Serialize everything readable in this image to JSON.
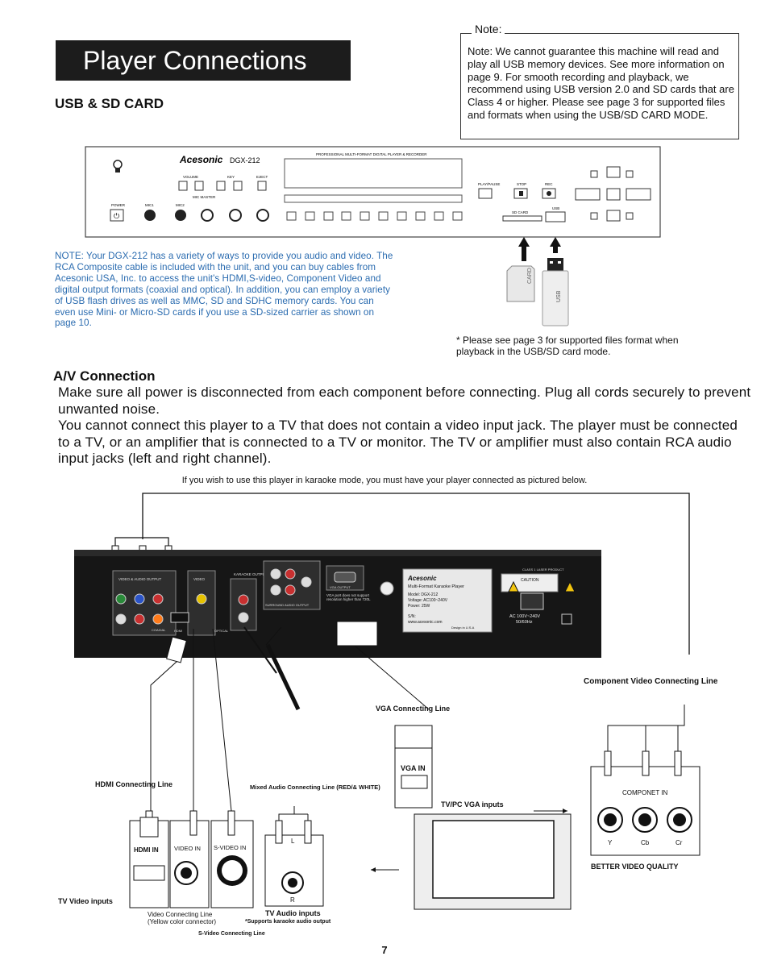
{
  "header": {
    "title": "Player Connections"
  },
  "usb_section": {
    "heading": "USB & SD CARD"
  },
  "note_box": {
    "legend": "Note:",
    "text": "Note: We cannot guarantee this machine will read and play all USB memory devices. See more information on page 9. For smooth recording and playback, we recommend using USB version 2.0 and SD cards that are Class 4 or higher. Please see page 3 for supported files and formats when using the USB/SD CARD MODE."
  },
  "front_panel": {
    "brand": "Acesonic",
    "model": "DGX-212",
    "banner": "PROFESSIONAL MULTI-FORMAT DIGITAL PLAYER & RECORDER",
    "volume": "VOLUME",
    "key": "KEY",
    "eject": "EJECT",
    "power": "POWER",
    "mic1": "MIC1",
    "mic2": "MIC2",
    "mic_master": "MIC MASTER",
    "play_pause": "PLAY/PAUSE",
    "stop": "STOP",
    "rec": "REC",
    "sd_card": "SD CARD",
    "usb": "USB",
    "sd_label": "CARD",
    "usb_label": "USB"
  },
  "blue_note": "NOTE: Your DGX-212 has a variety of ways to provide you audio and video. The RCA Composite cable is included with the unit, and you can buy cables from Acesonic USA, Inc. to access the unit's HDMI,S-video, Component Video and digital output formats (coaxial and optical). In addition, you can employ a variety of USB flash drives as well as MMC, SD and SDHC memory cards. You can even use Mini- or Micro-SD cards if you use a SD-sized carrier as shown on page 10.",
  "foot_note": "* Please see page 3 for supported files format when playback in the USB/SD card mode.",
  "av_section": {
    "heading": "A/V Connection",
    "paragraph1": "Make sure all power is disconnected from each component before connecting. Plug all cords securely to prevent unwanted noise.",
    "paragraph2": "You cannot connect this player to a TV that does not contain a video input jack. The player must be connected to a TV, or an amplifier that is connected to a TV or monitor. The TV or amplifier must also contain RCA audio input jacks (left and right channel).",
    "karaoke_note": "If you wish to use this player in karaoke mode, you must have your player connected as pictured below."
  },
  "back_panel": {
    "video_audio_output": "VIDEO & AUDIO OUTPUT",
    "video": "VIDEO",
    "karaoke_output": "KARAOKE OUTPUT",
    "surround": "SURROUND AUDIO OUTPUT",
    "vga_output": "VGA OUTPUT",
    "vga_note": "VGA port does not support resolution higher than 720L",
    "brand": "Acesonic",
    "product": "Multi-Format Karaoke Player",
    "model": "Model: DGX-212",
    "voltage": "Voltage: AC100~240V",
    "power": "Power: 25W",
    "sn": "S/N:",
    "website": "www.acesonic.com",
    "design": "Design in U.S.A",
    "ac": "AC 100V~240V",
    "hz": "50/60Hz",
    "caution": "CAUTION",
    "laser": "CLASS 1 LASER PRODUCT",
    "hdmi": "HDMI",
    "optical": "OPTICAL",
    "coaxial": "COAXIAL"
  },
  "diagram_labels": {
    "component_line": "Component Video Connecting Line",
    "vga_line": "VGA Connecting Line",
    "vga_in": "VGA IN",
    "hdmi_line": "HDMI Connecting Line",
    "mixed_audio_line": "Mixed Audio Connecting Line (RED/& WHITE)",
    "tv_pc_vga": "TV/PC VGA inputs",
    "componet_in": "COMPONET IN",
    "y": "Y",
    "cb": "Cb",
    "cr": "Cr",
    "better_quality": "BETTER VIDEO QUALITY",
    "hdmi_in": "HDMI IN",
    "video_in": "VIDEO IN",
    "svideo_in": "S-VIDEO IN",
    "left": "L",
    "right": "R",
    "tv_video_inputs": "TV Video inputs",
    "tv_audio_inputs": "TV Audio inputs",
    "video_line": "Video Connecting Line",
    "yellow_connector": "(Yellow color connector)",
    "supports_karaoke": "*Supports karaoke audio output",
    "svideo_line": "S-Video Connecting Line"
  },
  "page_number": "7"
}
